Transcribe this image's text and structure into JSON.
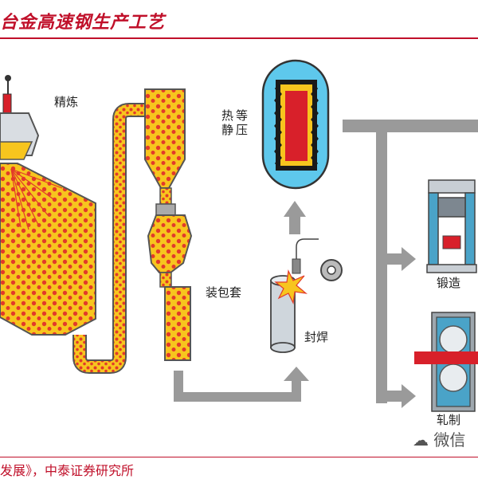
{
  "title": "台金高速钢生产工艺",
  "source": "发展》，中泰证券研究所",
  "watermark": "微信",
  "labels": {
    "refining": "精炼",
    "hip": "热等静压",
    "canning": "装包套",
    "sealing": "封焊",
    "forging": "锻造",
    "rolling": "轧制"
  },
  "colors": {
    "title": "#c0102a",
    "powder_fill": "#f7c51e",
    "powder_dot": "#e23a2a",
    "gray_arrow": "#9a9a9a",
    "hip_vessel": "#5ec8ec"
  }
}
